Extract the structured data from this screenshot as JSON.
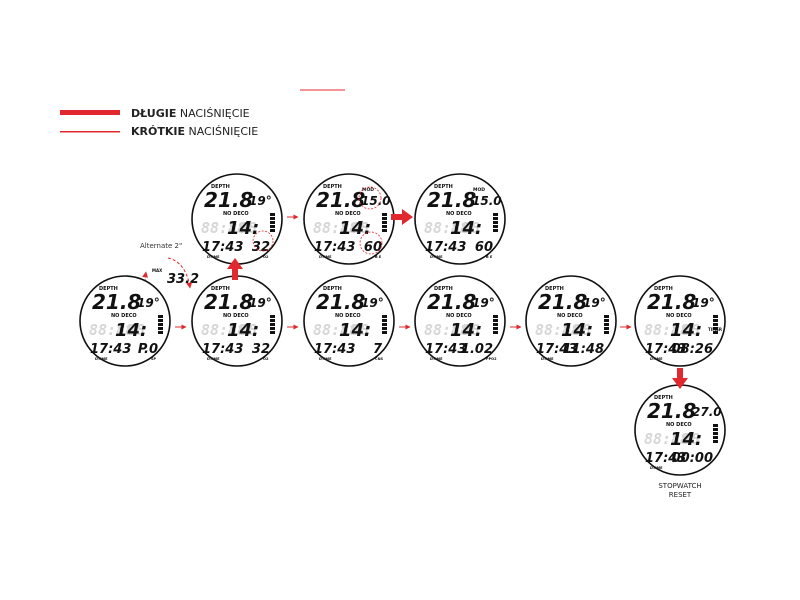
{
  "legend": {
    "long_bold": "DŁUGIE",
    "long_rest": " NACIŚNIĘCIE",
    "short_bold": "KRÓTKIE",
    "short_rest": " NACIŚNIĘCIE",
    "long_color": "#e0282e",
    "short_color": "#e0282e"
  },
  "alternate_note": "Alternate 2\"",
  "alt_display": {
    "label": "MAX",
    "value": "33.2"
  },
  "watch_common": {
    "depth_label": "DEPTH",
    "depth_value": "21.8",
    "nodeco_label": "NO DECO",
    "nodeco_value": "14:",
    "dtime_value": "17:43",
    "dtime_label": "DTIME"
  },
  "watches": [
    {
      "id": "w-main",
      "temp": "19°",
      "bottom_value": "P.0",
      "bottom_label": "SP"
    },
    {
      "id": "w-o2",
      "temp": "19°",
      "bottom_value": "32",
      "bottom_label": "O2"
    },
    {
      "id": "w-cns",
      "temp": "19°",
      "bottom_value": "7",
      "bottom_label": "CNS"
    },
    {
      "id": "w-ppo2",
      "temp": "19°",
      "bottom_value": "1.02",
      "bottom_label": "PPO2"
    },
    {
      "id": "w-time",
      "temp": "19°",
      "bottom_value": "11:48",
      "bottom_label": ""
    },
    {
      "id": "w-timer",
      "temp": "19°",
      "bottom_value": "08:26",
      "bottom_label": "",
      "right_label": "TIMER"
    },
    {
      "id": "w-up1",
      "temp": "19°",
      "bottom_value": "32",
      "bottom_label": "O2"
    },
    {
      "id": "w-up2",
      "temp": "15.0",
      "top_label": "MOD",
      "bottom_value": "60",
      "bottom_label": "B  E"
    },
    {
      "id": "w-up3",
      "temp": "15.0",
      "top_label": "MOD",
      "bottom_value": "60",
      "bottom_label": "B  E"
    },
    {
      "id": "w-reset",
      "temp": "27.0",
      "bottom_value": "00:00",
      "bottom_label": ""
    }
  ],
  "reset_caption_1": "STOPWATCH",
  "reset_caption_2": "RESET"
}
